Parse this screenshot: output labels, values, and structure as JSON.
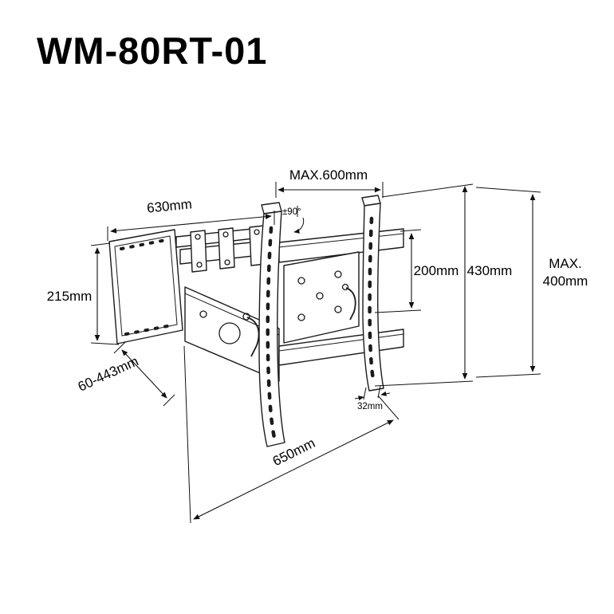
{
  "title": "WM-80RT-01",
  "colors": {
    "background": "#ffffff",
    "line": "#1b1b1b",
    "dimension": "#111111"
  },
  "dimensions": {
    "max_width": "MAX.600mm",
    "arm_span": "630mm",
    "tilt_angle": "±90°",
    "wall_plate_height": "215mm",
    "vesa_height": "200mm",
    "bracket_height": "430mm",
    "max_vesa": {
      "line1": "MAX.",
      "line2": "400mm"
    },
    "extension_range": "60-443mm",
    "slot_pitch": "32mm",
    "bracket_width": "650mm"
  }
}
